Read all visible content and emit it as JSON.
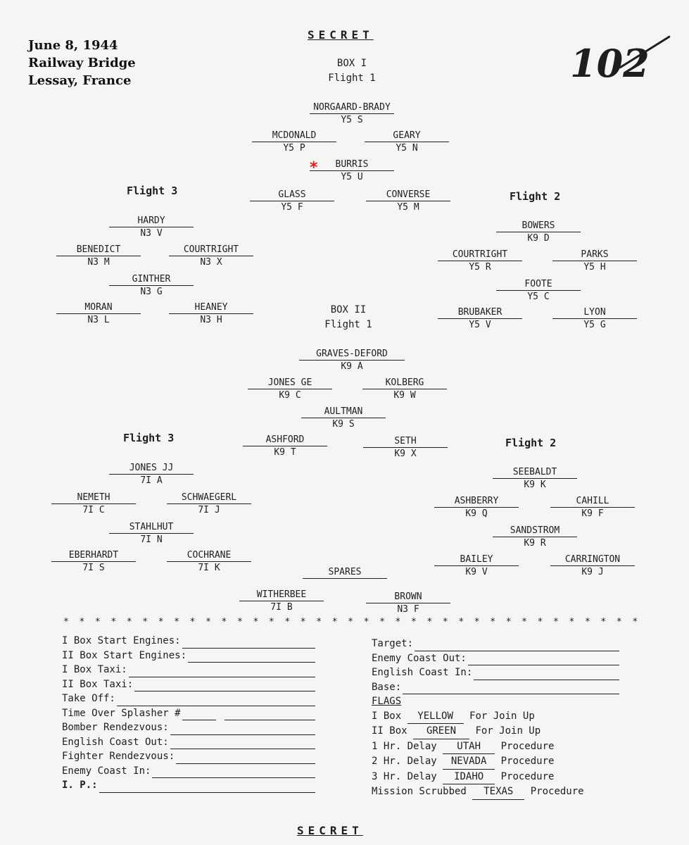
{
  "caption": {
    "date": "June 8, 1944",
    "target": "Railway Bridge",
    "location": "Lessay, France"
  },
  "page_number": "102",
  "secret_label": "SECRET",
  "marker_symbol": "*",
  "star_line": "* * * * * * * * * * * * * * * * * * * * * * * * * * * * * * * * * * * * * * * * * * * * * * *",
  "box1": {
    "box_label": "BOX I",
    "flight1_label": "Flight 1",
    "flight2_label": "Flight 2",
    "flight3_label": "Flight 3",
    "flight1": [
      {
        "name": "NORGAARD-BRADY",
        "code": "Y5 S"
      },
      {
        "name": "MCDONALD",
        "code": "Y5 P"
      },
      {
        "name": "GEARY",
        "code": "Y5 N"
      },
      {
        "name": "BURRIS",
        "code": "Y5 U"
      },
      {
        "name": "GLASS",
        "code": "Y5 F"
      },
      {
        "name": "CONVERSE",
        "code": "Y5 M"
      }
    ],
    "flight2": [
      {
        "name": "BOWERS",
        "code": "K9 D"
      },
      {
        "name": "COURTRIGHT",
        "code": "Y5 R"
      },
      {
        "name": "PARKS",
        "code": "Y5 H"
      },
      {
        "name": "FOOTE",
        "code": "Y5 C"
      },
      {
        "name": "BRUBAKER",
        "code": "Y5 V"
      },
      {
        "name": "LYON",
        "code": "Y5 G"
      }
    ],
    "flight3": [
      {
        "name": "HARDY",
        "code": "N3 V"
      },
      {
        "name": "BENEDICT",
        "code": "N3 M"
      },
      {
        "name": "COURTRIGHT",
        "code": "N3 X"
      },
      {
        "name": "GINTHER",
        "code": "N3 G"
      },
      {
        "name": "MORAN",
        "code": "N3 L"
      },
      {
        "name": "HEANEY",
        "code": "N3 H"
      }
    ]
  },
  "box2": {
    "box_label": "BOX II",
    "flight1_label": "Flight 1",
    "flight2_label": "Flight 2",
    "flight3_label": "Flight 3",
    "flight1": [
      {
        "name": "GRAVES-DEFORD",
        "code": "K9 A"
      },
      {
        "name": "JONES GE",
        "code": "K9 C"
      },
      {
        "name": "KOLBERG",
        "code": "K9 W"
      },
      {
        "name": "AULTMAN",
        "code": "K9 S"
      },
      {
        "name": "ASHFORD",
        "code": "K9 T"
      },
      {
        "name": "SETH",
        "code": "K9 X"
      }
    ],
    "flight2": [
      {
        "name": "SEEBALDT",
        "code": "K9 K"
      },
      {
        "name": "ASHBERRY",
        "code": "K9 Q"
      },
      {
        "name": "CAHILL",
        "code": "K9 F"
      },
      {
        "name": "SANDSTROM",
        "code": "K9 R"
      },
      {
        "name": "BAILEY",
        "code": "K9 V"
      },
      {
        "name": "CARRINGTON",
        "code": "K9 J"
      }
    ],
    "flight3": [
      {
        "name": "JONES JJ",
        "code": "7I A"
      },
      {
        "name": "NEMETH",
        "code": "7I C"
      },
      {
        "name": "SCHWAEGERL",
        "code": "7I J"
      },
      {
        "name": "STAHLHUT",
        "code": "7I N"
      },
      {
        "name": "EBERHARDT",
        "code": "7I S"
      },
      {
        "name": "COCHRANE",
        "code": "7I K"
      }
    ]
  },
  "spares": {
    "label": "SPARES",
    "items": [
      {
        "name": "WITHERBEE",
        "code": "7I B"
      },
      {
        "name": "BROWN",
        "code": "N3 F"
      }
    ]
  },
  "form_left": [
    "I  Box Start Engines:",
    "II Box Start Engines:",
    "I  Box Taxi:",
    "II Box Taxi:",
    "Take Off:",
    "Time Over Splasher #",
    "Bomber Rendezvous:",
    "English Coast Out:",
    "Fighter Rendezvous:",
    "Enemy Coast In:",
    "I. P.:"
  ],
  "form_right": [
    "Target:",
    "Enemy Coast Out:",
    "English Coast In:",
    "Base:"
  ],
  "flags": {
    "heading": "FLAGS",
    "rows": [
      {
        "prefix": "I  Box",
        "word": "YELLOW",
        "suffix": "For Join Up"
      },
      {
        "prefix": "II Box",
        "word": "GREEN",
        "suffix": "For Join Up"
      },
      {
        "prefix": "1 Hr. Delay",
        "word": "UTAH",
        "suffix": "Procedure"
      },
      {
        "prefix": "2 Hr. Delay",
        "word": "NEVADA",
        "suffix": "Procedure"
      },
      {
        "prefix": "3 Hr. Delay",
        "word": "IDAHO",
        "suffix": "Procedure"
      },
      {
        "prefix": "Mission Scrubbed",
        "word": "TEXAS",
        "suffix": "Procedure"
      }
    ]
  }
}
